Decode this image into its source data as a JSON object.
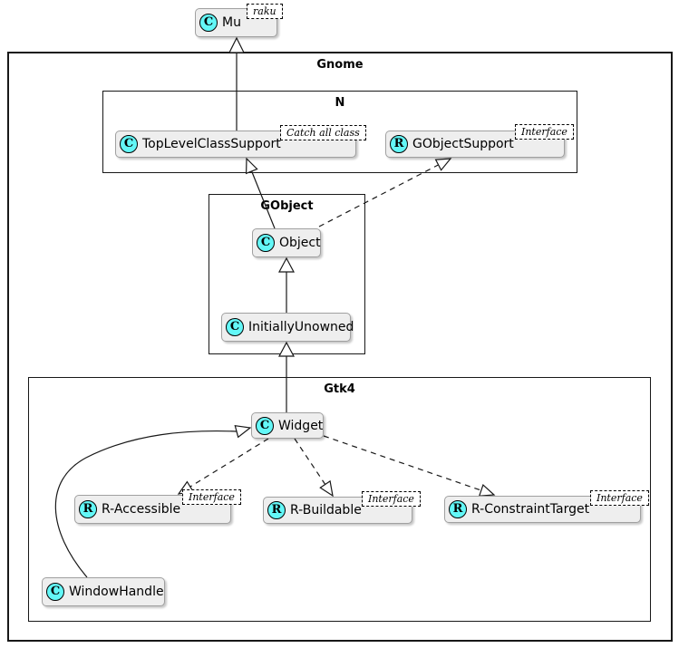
{
  "colors": {
    "node_bg": "#EEEEEE",
    "node_border": "#A0A0A0",
    "icon_bg": "#63F7F7",
    "line": "#181818",
    "background": "#FFFFFF"
  },
  "packages": {
    "gnome": {
      "title": "Gnome"
    },
    "n": {
      "title": "N"
    },
    "gobject": {
      "title": "GObject"
    },
    "gtk4": {
      "title": "Gtk4"
    }
  },
  "nodes": {
    "mu": {
      "label": "Mu",
      "letter": "C",
      "tag": "raku"
    },
    "toplevel": {
      "label": "TopLevelClassSupport",
      "letter": "C",
      "tag": "Catch all class"
    },
    "gobjectsupport": {
      "label": "GObjectSupport",
      "letter": "R",
      "tag": "Interface"
    },
    "object": {
      "label": "Object",
      "letter": "C"
    },
    "initiallyunowned": {
      "label": "InitiallyUnowned",
      "letter": "C"
    },
    "widget": {
      "label": "Widget",
      "letter": "C"
    },
    "raccessible": {
      "label": "R-Accessible",
      "letter": "R",
      "tag": "Interface"
    },
    "rbuildable": {
      "label": "R-Buildable",
      "letter": "R",
      "tag": "Interface"
    },
    "rconstrainttarget": {
      "label": "R-ConstraintTarget",
      "letter": "R",
      "tag": "Interface"
    },
    "windowhandle": {
      "label": "WindowHandle",
      "letter": "C"
    }
  },
  "edges": [
    {
      "from": "TopLevelClassSupport",
      "to": "Mu",
      "type": "inheritance-solid"
    },
    {
      "from": "Object",
      "to": "TopLevelClassSupport",
      "type": "inheritance-solid"
    },
    {
      "from": "Object",
      "to": "GObjectSupport",
      "type": "realization-dashed"
    },
    {
      "from": "InitiallyUnowned",
      "to": "Object",
      "type": "inheritance-solid"
    },
    {
      "from": "Widget",
      "to": "InitiallyUnowned",
      "type": "inheritance-solid"
    },
    {
      "from": "WindowHandle",
      "to": "Widget",
      "type": "inheritance-solid-curved"
    },
    {
      "from": "Widget",
      "to": "R-Accessible",
      "type": "realization-dashed"
    },
    {
      "from": "Widget",
      "to": "R-Buildable",
      "type": "realization-dashed"
    },
    {
      "from": "Widget",
      "to": "R-ConstraintTarget",
      "type": "realization-dashed"
    }
  ]
}
